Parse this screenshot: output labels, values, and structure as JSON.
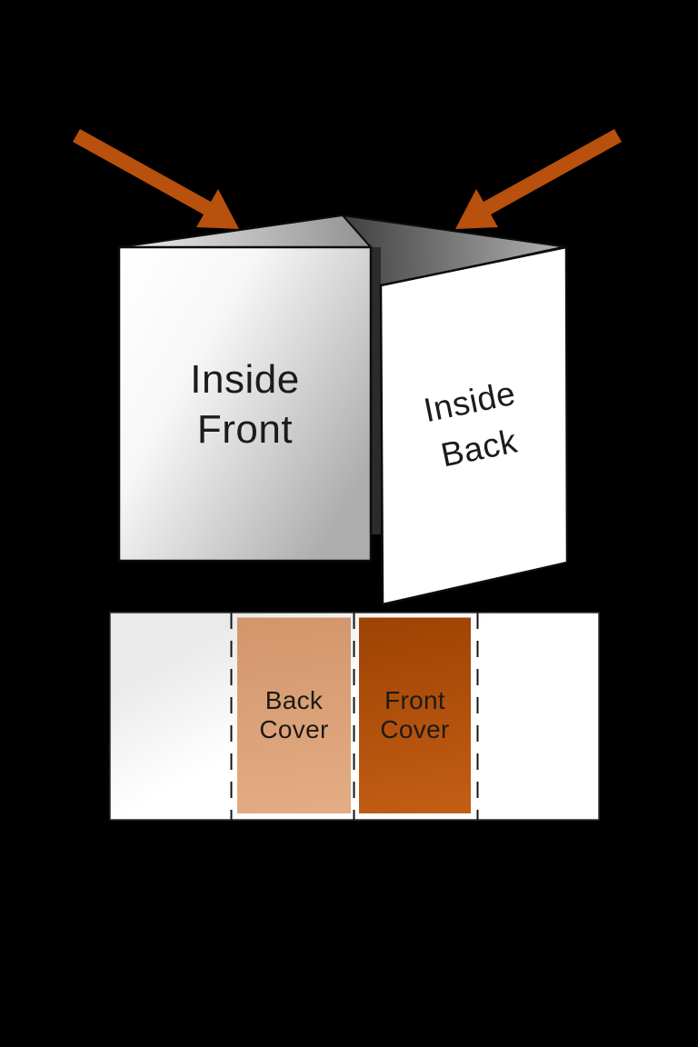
{
  "diagram": {
    "title_hint": "card-fold-diagram",
    "card3d": {
      "inside_front_label": "Inside\nFront",
      "inside_back_label": "Inside\nBack"
    },
    "flat_sheet": {
      "back_cover_label": "Back\nCover",
      "front_cover_label": "Front\nCover",
      "panel_count": 4,
      "fold_line_count": 3
    },
    "icons": {
      "left_arrow": "fold-arrow-left-icon",
      "right_arrow": "fold-arrow-right-icon"
    },
    "colors": {
      "background": "#000000",
      "arrow": "#b8500e",
      "front_cover_top": "#9e4304",
      "front_cover_bottom": "#c25d14",
      "back_cover_top": "#d2966c",
      "back_cover_bottom": "#e3ac83",
      "panel_white": "#ffffff",
      "label_text": "#1b1b1b"
    }
  }
}
